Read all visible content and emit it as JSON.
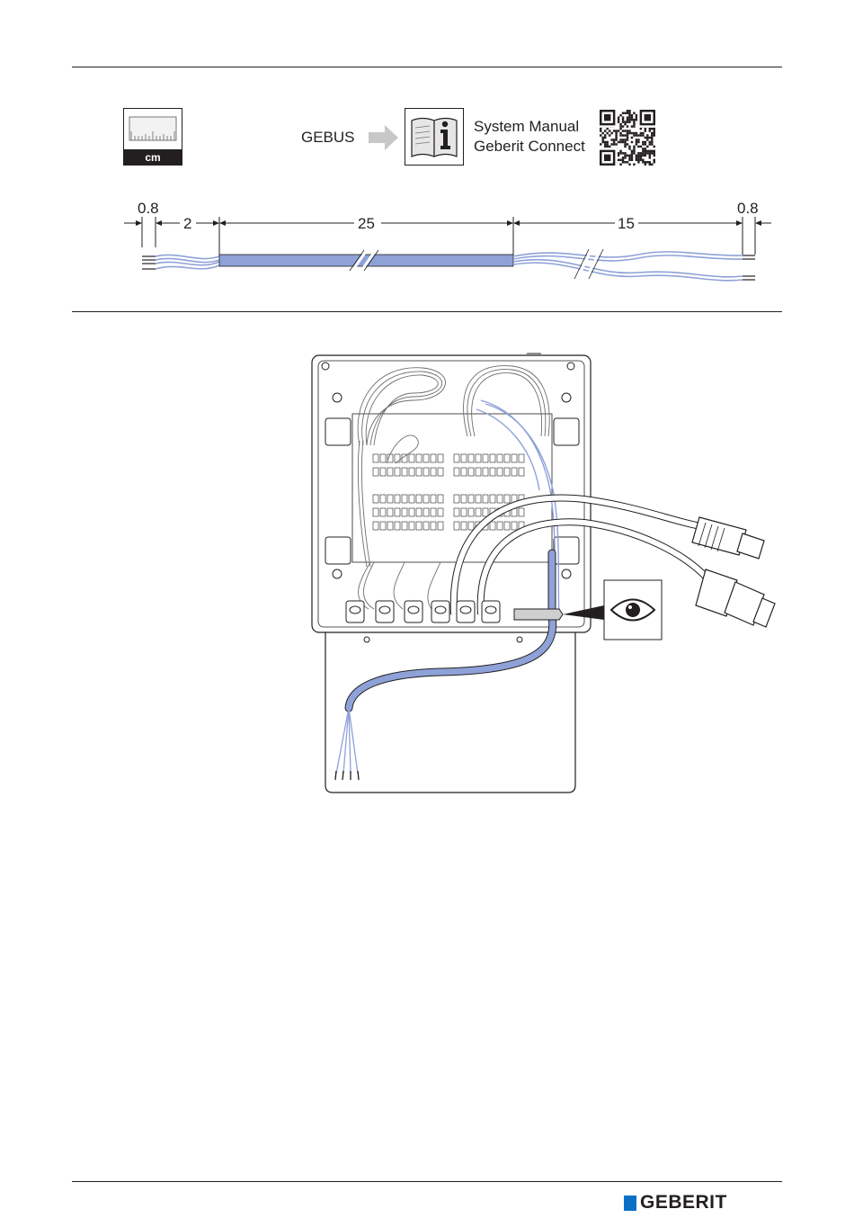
{
  "icons": {
    "ruler_unit": "cm",
    "gebus_label": "GEBUS",
    "manual_line1": "System Manual",
    "manual_line2": "Geberit Connect"
  },
  "cable_dimensions": {
    "unit": "cm",
    "left_strip": "0.8",
    "left_wires": "2",
    "sheath": "25",
    "right_wires": "15",
    "right_strip": "0.8"
  },
  "brand": {
    "logo_text": "GEBERIT",
    "logo_color": "#0a70c6"
  },
  "colors": {
    "cable_blue": "#8ea2d8",
    "line": "#231f20",
    "arrow_grey": "#c8c8c8"
  }
}
